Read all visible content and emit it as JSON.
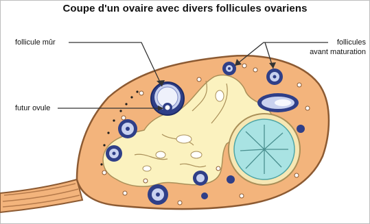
{
  "title": "Coupe d'un ovaire avec divers follicules ovariens",
  "labels": {
    "follicule_mur": "follicule mûr",
    "futur_ovule": "futur ovule",
    "follicules_line1": "follicules",
    "follicules_line2": "avant maturation"
  },
  "colors": {
    "ovary_fill": "#f3b47c",
    "ovary_outline": "#8c5a32",
    "medulla_fill": "#fbf2bf",
    "follicle_blue": "#2f3f88",
    "follicle_light": "#c9d2ef",
    "corpus_fill": "#a9e3e3"
  }
}
